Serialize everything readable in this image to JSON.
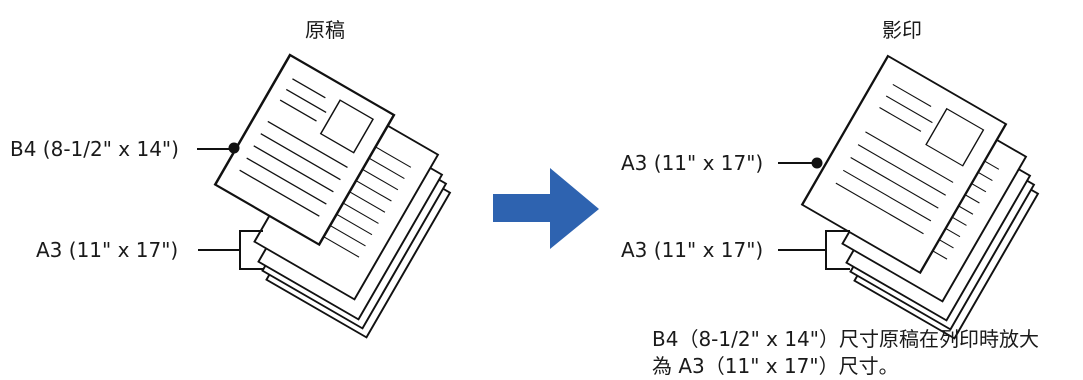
{
  "titles": {
    "original": "原稿",
    "copy": "影印"
  },
  "left_labels": {
    "top": "B4 (8-1/2\" x 14\")",
    "bottom": "A3 (11\" x 17\")"
  },
  "right_labels": {
    "top": "A3 (11\" x 17\")",
    "bottom": "A3 (11\" x 17\")"
  },
  "caption": {
    "line1": "B4（8-1/2\" x 14\"）尺寸原稿在列印時放大",
    "line2": "為 A3（11\" x 17\"）尺寸。"
  },
  "colors": {
    "arrow": "#2e63b0",
    "ink": "#111111"
  },
  "icons": {
    "arrow": "arrow-right-icon"
  }
}
